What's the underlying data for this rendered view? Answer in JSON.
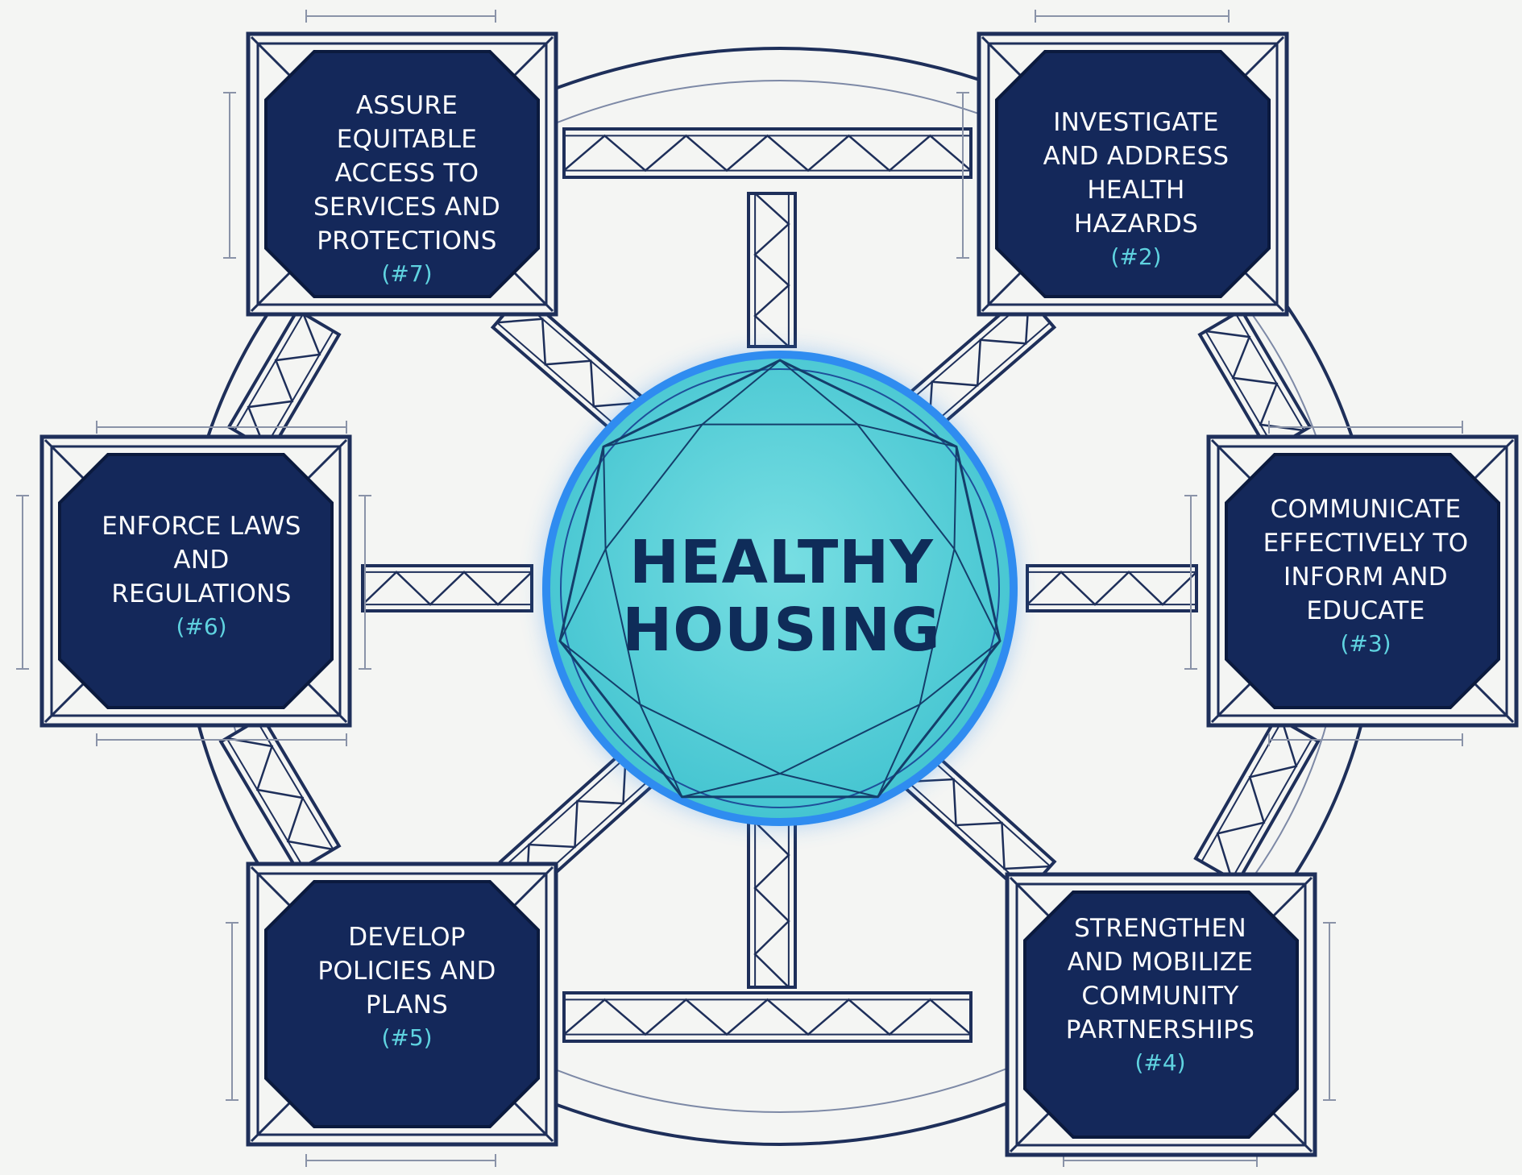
{
  "center": {
    "line1": "HEALTHY",
    "line2": "HOUSING",
    "fill_color": "#5ad3d9",
    "glow_color": "#2f8cf0"
  },
  "colors": {
    "node_fill": "#14285a",
    "line": "#1e2f5a",
    "number": "#5fd3e0",
    "background": "#f4f5f3"
  },
  "nodes": [
    {
      "id": "7",
      "label": "ASSURE\nEQUITABLE\nACCESS TO\nSERVICES AND\nPROTECTIONS",
      "number": "(#7)"
    },
    {
      "id": "2",
      "label": "INVESTIGATE\nAND ADDRESS\nHEALTH\nHAZARDS",
      "number": "(#2)"
    },
    {
      "id": "6",
      "label": "ENFORCE LAWS\nAND\nREGULATIONS",
      "number": "(#6)"
    },
    {
      "id": "3",
      "label": "COMMUNICATE\nEFFECTIVELY TO\nINFORM AND\nEDUCATE",
      "number": "(#3)"
    },
    {
      "id": "5",
      "label": "DEVELOP\nPOLICIES AND\nPLANS",
      "number": "(#5)"
    },
    {
      "id": "4",
      "label": "STRENGTHEN\nAND MOBILIZE\nCOMMUNITY\nPARTNERSHIPS",
      "number": "(#4)"
    }
  ]
}
